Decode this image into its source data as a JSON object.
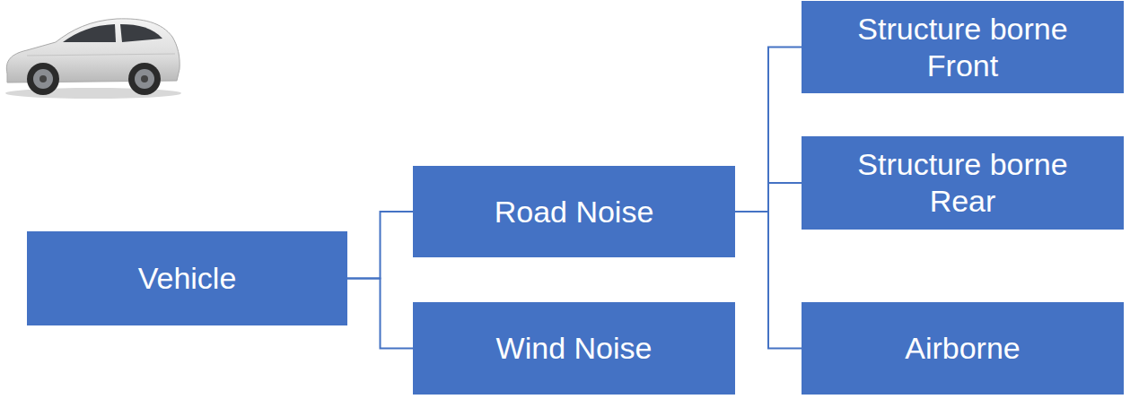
{
  "diagram": {
    "nodes": [
      {
        "text": [
          "Vehicle"
        ]
      },
      {
        "text": [
          "Road Noise"
        ]
      },
      {
        "text": [
          "Wind Noise"
        ]
      },
      {
        "text": [
          "Structure borne Front"
        ]
      },
      {
        "text": [
          "Structure borne Rear"
        ]
      },
      {
        "text": [
          "Airborne"
        ]
      }
    ],
    "edges": [
      {
        "from": 0,
        "to": 1,
        "arrow": "none"
      },
      {
        "from": 0,
        "to": 2,
        "arrow": "none"
      },
      {
        "from": 1,
        "to": 3,
        "arrow": "none"
      },
      {
        "from": 1,
        "to": 4,
        "arrow": "none"
      },
      {
        "from": 1,
        "to": 5,
        "arrow": "none"
      }
    ]
  }
}
